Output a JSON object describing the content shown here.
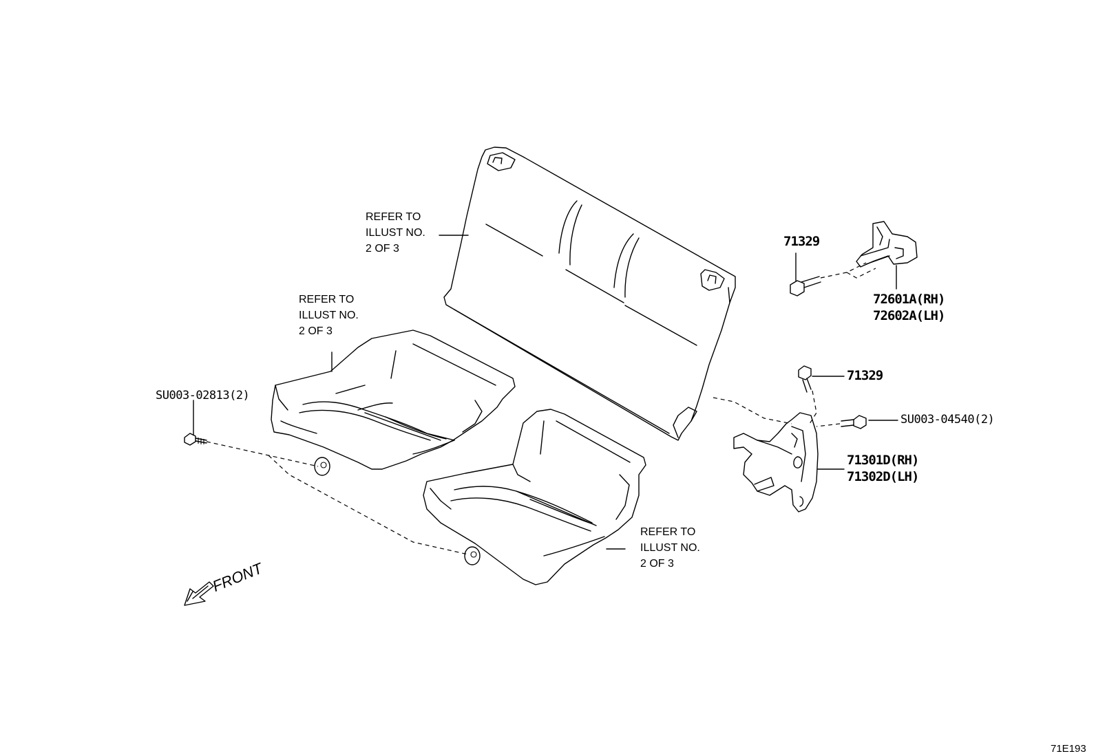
{
  "callouts": {
    "refer_back": [
      "REFER TO",
      "ILLUST NO.",
      "2 OF 3"
    ],
    "refer_left": [
      "REFER TO",
      "ILLUST NO.",
      "2 OF 3"
    ],
    "refer_right": [
      "REFER TO",
      "ILLUST NO.",
      "2 OF 3"
    ],
    "bolt_top": "71329",
    "bracket_rh": "72601A(RH)",
    "bracket_lh": "72602A(LH)",
    "bolt_mid": "71329",
    "bolt_su04540": "SU003-04540(2)",
    "hinge_rh": "71301D(RH)",
    "hinge_lh": "71302D(LH)",
    "bolt_su02813": "SU003-02813(2)"
  },
  "front_label": "FRONT",
  "illustration_code": "71E193"
}
